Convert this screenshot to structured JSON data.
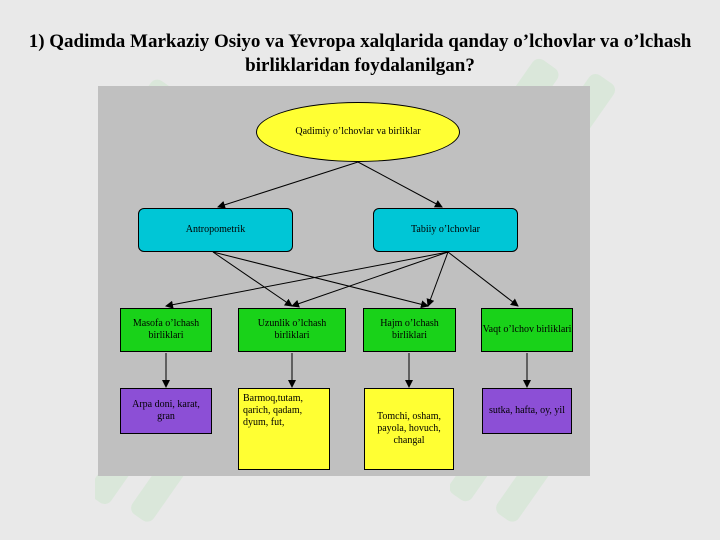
{
  "question": "1) Qadimda Markaziy Osiyo va Yevropa xalqlarida qanday o’lchovlar va o’lchash birliklaridan foydalanilgan?",
  "diagram": {
    "root": "Qadimiy o’lchovlar va birliklar",
    "categories": [
      "Antropometrik",
      "Tabiiy o’lchovlar"
    ],
    "subcategories": [
      "Masofa o’lchash birliklari",
      "Uzunlik o’lchash birliklari",
      "Hajm o’lchash birliklari",
      "Vaqt o’lchov birliklari"
    ],
    "leaves": [
      "Arpa doni, karat, gran",
      "Barmoq,tutam, qarich, qadam, dyum, fut,",
      "Tomchi, osham, payola, hovuch, changal",
      "sutka, hafta, oy, yil"
    ]
  },
  "colors": {
    "background": "#e9e9e9",
    "diagram_bg": "#c0c0c0",
    "root": "#ffff33",
    "category": "#00c6d6",
    "subcategory": "#19d219",
    "leaf_purple": "#8c4fd6",
    "leaf_yellow": "#ffff33",
    "watermark": "#cfe6cf"
  }
}
